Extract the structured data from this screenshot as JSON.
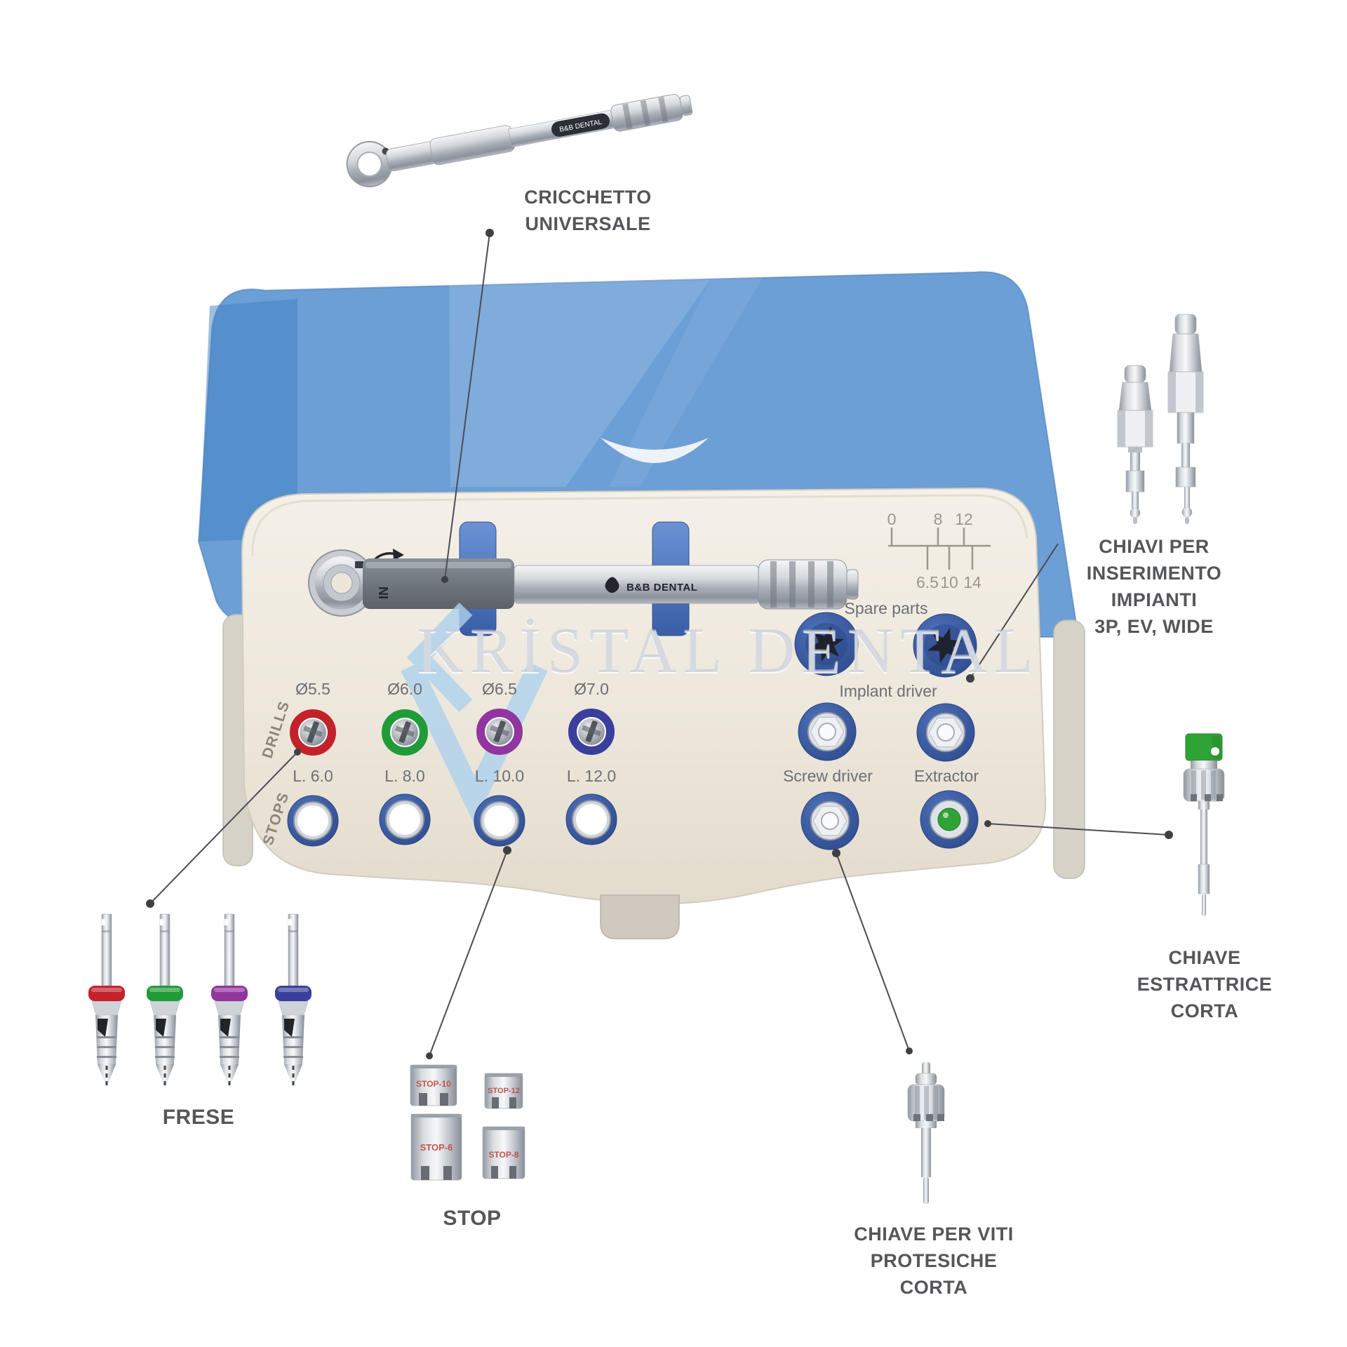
{
  "watermark": {
    "text": "KRİSTAL DENTAL"
  },
  "brand": {
    "name": "B&B DENTAL"
  },
  "ratchet": {
    "direction_mark": "IN"
  },
  "callouts": {
    "cricchetto": {
      "line1": "CRICCHETTO",
      "line2": "UNIVERSALE"
    },
    "chiavi_inserimento": {
      "line1": "CHIAVI PER",
      "line2": "INSERIMENTO",
      "line3": "IMPIANTI",
      "line4": "3P, EV, WIDE"
    },
    "chiave_estrattrice": {
      "line1": "CHIAVE",
      "line2": "ESTRATTRICE",
      "line3": "CORTA"
    },
    "chiave_viti": {
      "line1": "CHIAVE PER VITI",
      "line2": "PROTESICHE",
      "line3": "CORTA"
    },
    "frese": "FRESE",
    "stop": "STOP"
  },
  "tray": {
    "side_labels": {
      "drills": "DRILLS",
      "stops": "STOPS"
    },
    "drills": [
      {
        "label": "Ø5.5",
        "color": "#c3222a"
      },
      {
        "label": "Ø6.0",
        "color": "#219b3a"
      },
      {
        "label": "Ø6.5",
        "color": "#91369f"
      },
      {
        "label": "Ø7.0",
        "color": "#3a3f9d"
      }
    ],
    "stops": [
      {
        "label": "L. 6.0"
      },
      {
        "label": "L. 8.0"
      },
      {
        "label": "L. 10.0"
      },
      {
        "label": "L. 12.0"
      }
    ],
    "spare_parts_label": "Spare parts",
    "implant_driver_label": "Implant driver",
    "screw_driver_label": "Screw driver",
    "extractor_label": "Extractor",
    "depth_scale": {
      "top": [
        "0",
        "8",
        "12"
      ],
      "bottom": [
        "6.5",
        "10",
        "14"
      ]
    }
  },
  "stop_cylinders": {
    "markings": [
      "STOP-10",
      "STOP-12",
      "STOP-6",
      "STOP-8"
    ]
  },
  "colors": {
    "lid_blue": "#4e8cce",
    "tray_cream": "#efe9df",
    "disc_blue": "#3a5aa5",
    "extractor_green": "#2fa336",
    "callout_text": "#55565a"
  }
}
